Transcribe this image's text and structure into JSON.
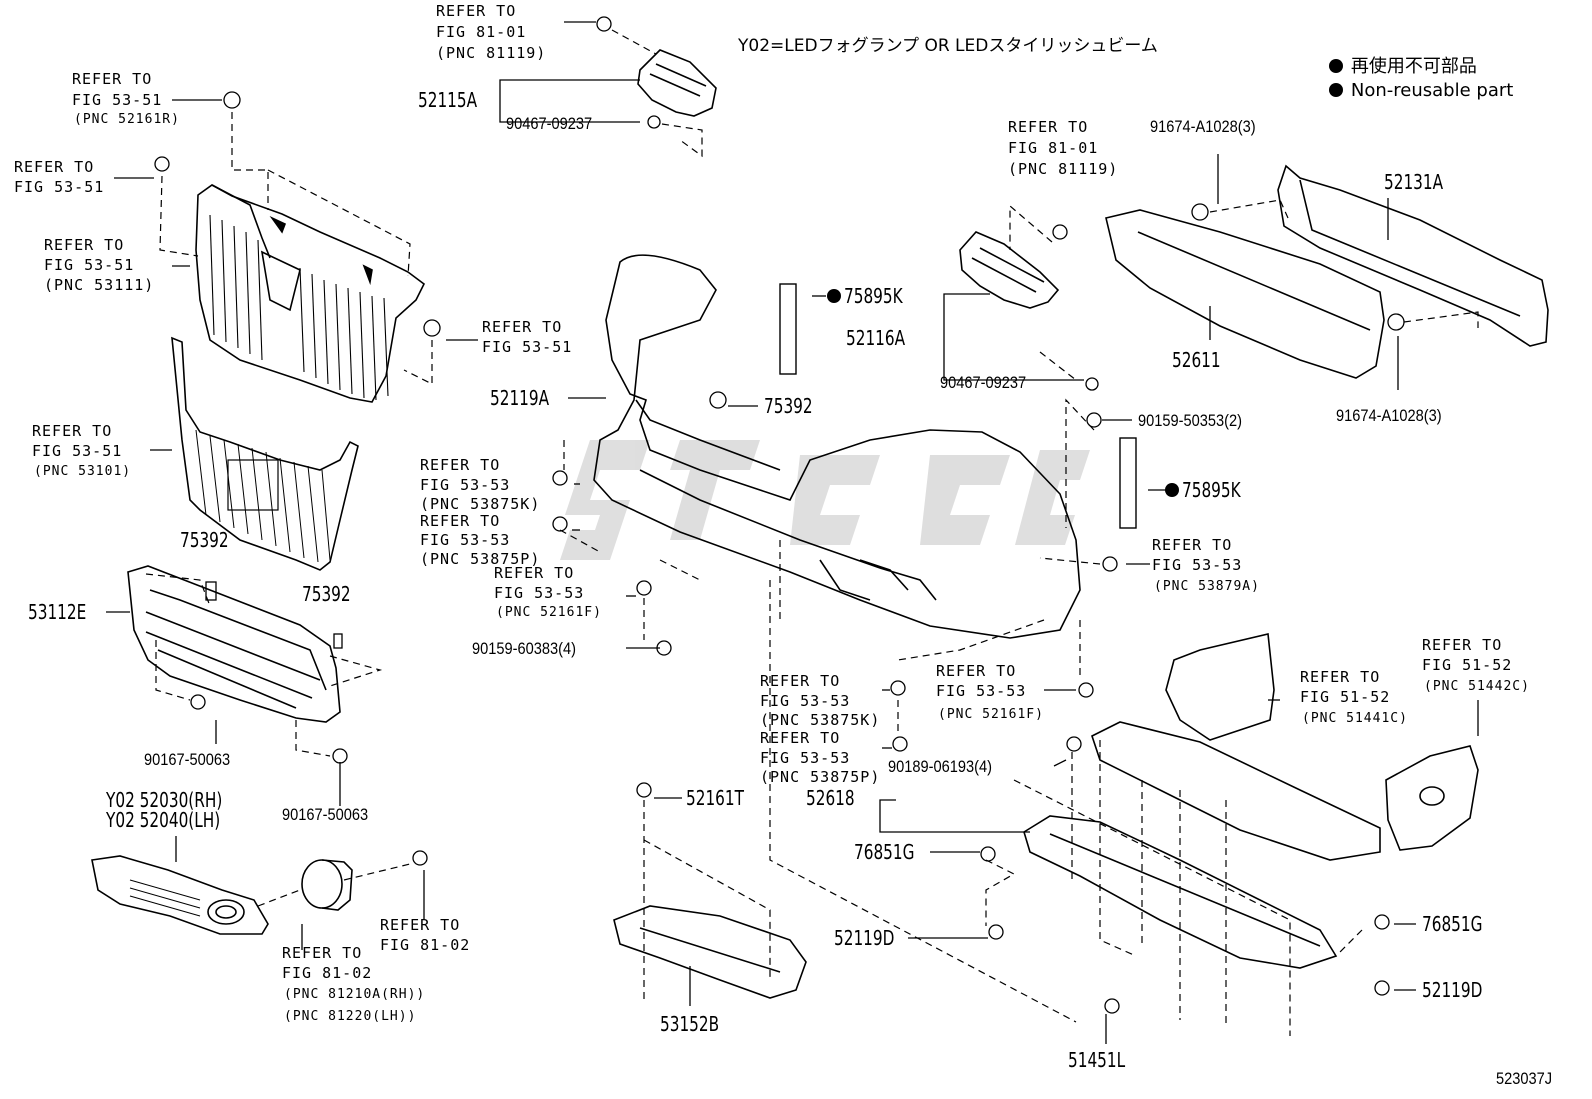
{
  "diagram_code": "523037J",
  "variant_note": "Y02=LEDフォグランプ OR LEDスタイリッシュビーム",
  "legend": {
    "jp": "再使用不可部品",
    "en": "Non-reusable part"
  },
  "callouts": {
    "ref_81_01_top": {
      "ref": "REFER TO",
      "fig": "FIG 81-01",
      "pnc": "(PNC 81119)"
    },
    "ref_53_51_a": {
      "ref": "REFER TO",
      "fig": "FIG 53-51",
      "pnc": "(PNC 52161R)"
    },
    "ref_53_51_b": {
      "ref": "REFER TO",
      "fig": "FIG 53-51"
    },
    "ref_53_51_c": {
      "ref": "REFER TO",
      "fig": "FIG 53-51",
      "pnc": "(PNC 53111)"
    },
    "ref_53_51_d": {
      "ref": "REFER TO",
      "fig": "FIG 53-51"
    },
    "ref_53_51_e": {
      "ref": "REFER TO",
      "fig": "FIG 53-51",
      "pnc": "(PNC 53101)"
    },
    "ref_81_01_right": {
      "ref": "REFER TO",
      "fig": "FIG 81-01",
      "pnc": "(PNC 81119)"
    },
    "ref_53_53_a": {
      "ref": "REFER TO",
      "fig": "FIG 53-53",
      "pnc": "(PNC 53875K)"
    },
    "ref_53_53_b": {
      "ref": "REFER TO",
      "fig": "FIG 53-53",
      "pnc": "(PNC 53875P)"
    },
    "ref_53_53_c": {
      "ref": "REFER TO",
      "fig": "FIG 53-53",
      "pnc": "(PNC 52161F)"
    },
    "ref_53_53_d": {
      "ref": "REFER TO",
      "fig": "FIG 53-53",
      "pnc": "(PNC 53879A)"
    },
    "ref_53_53_e": {
      "ref": "REFER TO",
      "fig": "FIG 53-53",
      "pnc": "(PNC 53875K)"
    },
    "ref_53_53_f": {
      "ref": "REFER TO",
      "fig": "FIG 53-53",
      "pnc": "(PNC 53875P)"
    },
    "ref_53_53_g": {
      "ref": "REFER TO",
      "fig": "FIG 53-53",
      "pnc": "(PNC 52161F)"
    },
    "ref_51_52_a": {
      "ref": "REFER TO",
      "fig": "FIG 51-52",
      "pnc": "(PNC 51441C)"
    },
    "ref_51_52_b": {
      "ref": "REFER TO",
      "fig": "FIG 51-52",
      "pnc": "(PNC 51442C)"
    },
    "ref_81_02_a": {
      "ref": "REFER TO",
      "fig": "FIG 81-02"
    },
    "ref_81_02_b": {
      "ref": "REFER TO",
      "fig": "FIG 81-02",
      "pnc1": "(PNC 81210A(RH))",
      "pnc2": "(PNC 81220(LH))"
    }
  },
  "part_numbers": {
    "p52115A": "52115A",
    "p90467_top": "90467-09237",
    "p52131A": "52131A",
    "p91674_top": "91674-A1028(3)",
    "p52611": "52611",
    "p91674_bot": "91674-A1028(3)",
    "p75895K_a": "75895K",
    "p52116A": "52116A",
    "p90467_right": "90467-09237",
    "p52119A": "52119A",
    "p75392_center": "75392",
    "p90159_50353": "90159-50353(2)",
    "p75895K_b": "75895K",
    "p75392_left": "75392",
    "p75392_leftb": "75392",
    "p53112E": "53112E",
    "p90159_60383": "90159-60383(4)",
    "p90167_a": "90167-50063",
    "p90167_b": "90167-50063",
    "p52030": "Y02 52030(RH)",
    "p52040": "Y02 52040(LH)",
    "p52161T": "52161T",
    "p90189": "90189-06193(4)",
    "p52618": "52618",
    "p76851G_a": "76851G",
    "p52119D_a": "52119D",
    "p76851G_b": "76851G",
    "p52119D_b": "52119D",
    "p53152B": "53152B",
    "p51451L": "51451L"
  }
}
